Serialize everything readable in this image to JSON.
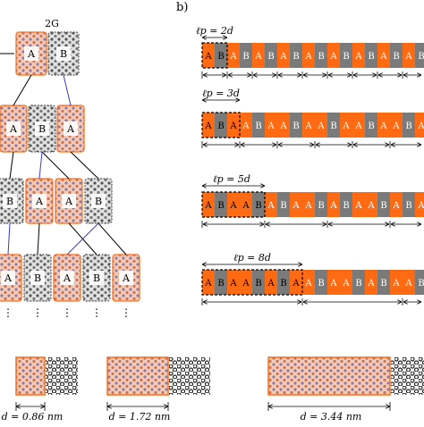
{
  "left": {
    "gen2_label": "2G",
    "gen2": [
      "A",
      "B"
    ],
    "gen3": [
      "A",
      "B",
      "A"
    ],
    "gen5": [
      "B",
      "A",
      "A",
      "B"
    ],
    "gen8": [
      "A",
      "B",
      "A",
      "B",
      "A"
    ],
    "ellipsis": "⋮"
  },
  "panel_b": {
    "label": "b)",
    "sequences": [
      {
        "period_label": "ℓp = 2d",
        "unit": [
          "A",
          "B"
        ]
      },
      {
        "period_label": "ℓp = 3d",
        "unit": [
          "A",
          "B",
          "A"
        ]
      },
      {
        "period_label": "ℓp = 5d",
        "unit": [
          "A",
          "B",
          "A",
          "A",
          "B"
        ]
      },
      {
        "period_label": "ℓp = 8d",
        "unit": [
          "A",
          "B",
          "A",
          "A",
          "B",
          "A",
          "B",
          "A"
        ]
      }
    ]
  },
  "bottom": {
    "widths": [
      "d = 0.86 nm",
      "d = 1.72 nm",
      "d = 3.44 nm"
    ]
  },
  "colors": {
    "orange": "#ff6a13",
    "gray": "#7a7a7a",
    "light_orange": "#f7c9b3",
    "light_gray": "#d9d9d9",
    "blue_link": "#3a3acc"
  }
}
